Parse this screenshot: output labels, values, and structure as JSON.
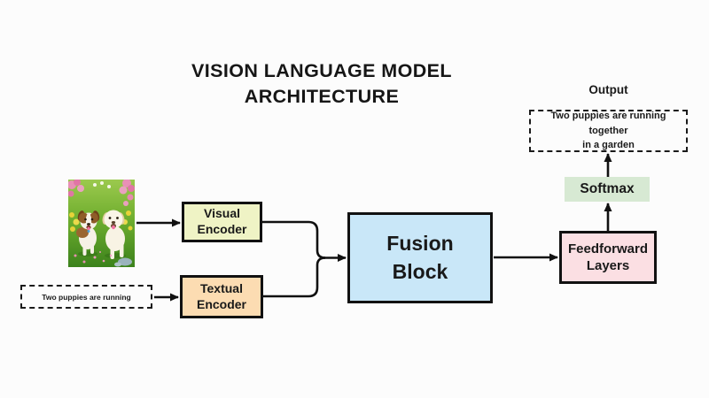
{
  "title": {
    "line1": "VISION LANGUAGE MODEL",
    "line2": "ARCHITECTURE"
  },
  "input": {
    "text_prompt": "Two puppies are running"
  },
  "nodes": {
    "visual_encoder": {
      "label": "Visual Encoder",
      "fill": "#eff3c5"
    },
    "textual_encoder": {
      "label": "Textual Encoder",
      "fill": "#fcdcb2"
    },
    "fusion_block": {
      "label": "Fusion Block",
      "fill": "#c9e7f8"
    },
    "feedforward": {
      "label": "Feedforward Layers",
      "fill": "#fbdfe3"
    },
    "softmax": {
      "label": "Softmax",
      "fill": "#d7e9d3"
    }
  },
  "output": {
    "label": "Output",
    "line1": "Two puppies are running together",
    "line2": "in a garden"
  },
  "style": {
    "arrow_color": "#111111",
    "dashed_border_color": "#1a1a1a",
    "background": "#fcfcfc"
  }
}
